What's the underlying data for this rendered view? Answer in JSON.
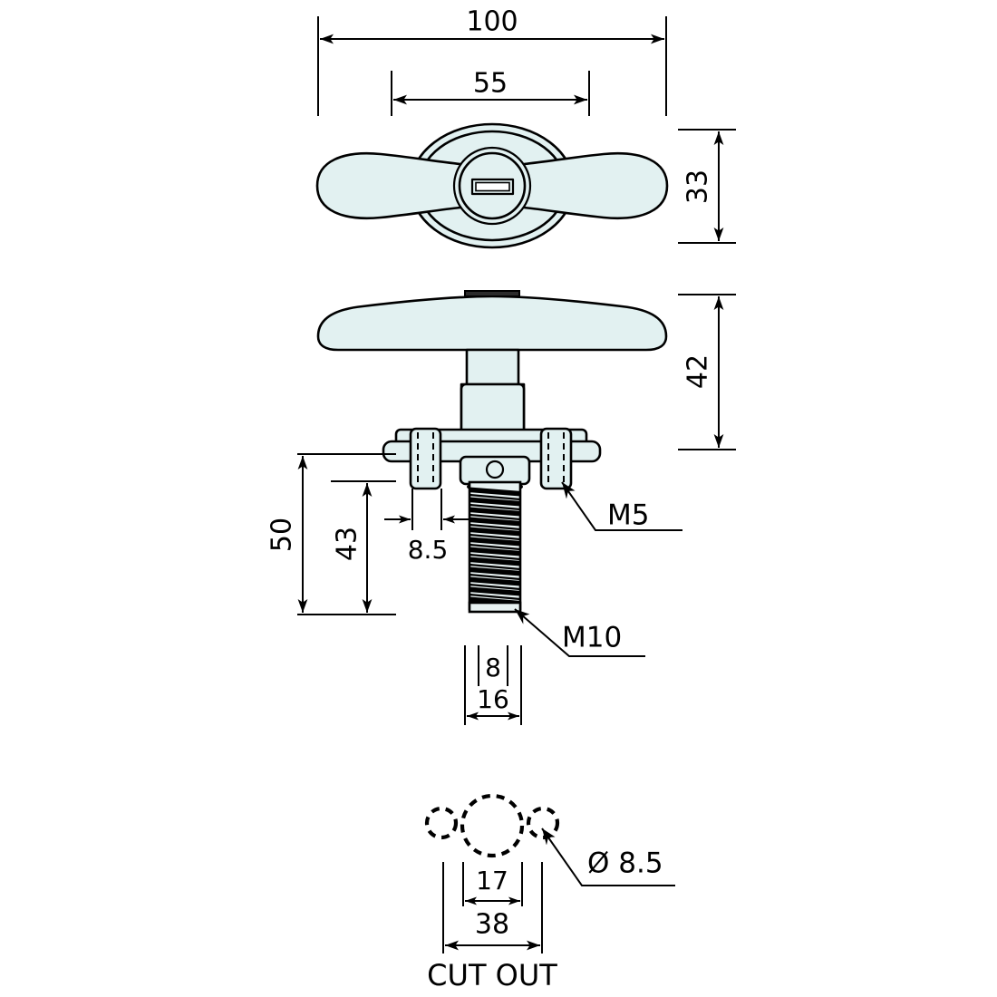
{
  "drawing": {
    "title": "T-Handle Lock Technical Drawing",
    "units": "mm",
    "line_color": "#000000",
    "part_fill_color": "#e2f1f1",
    "background_color": "#ffffff"
  },
  "views": {
    "top_view": {
      "name": "top-view",
      "description": "T-handle seen from above with circular escutcheon and key slot"
    },
    "side_view": {
      "name": "side-view",
      "description": "T-handle seen from the front with shaft, mounting plate, M5 studs and M10 threaded bolt"
    },
    "cutout_view": {
      "name": "cut-out-view",
      "description": "Panel cut out pattern showing central hole and two mounting holes"
    }
  },
  "dimensions": {
    "overall_width": "100",
    "handle_inner_width": "55",
    "top_view_height": "33",
    "side_view_height": "42",
    "shaft_length_total": "50",
    "shaft_length_inner": "43",
    "stud_offset": "8.5",
    "bolt_flat_width": "8",
    "bolt_base_width": "16",
    "cutout_inner_span": "17",
    "cutout_outer_span": "38",
    "cutout_hole_diameter": "Ø 8.5"
  },
  "labels": {
    "stud_thread": "M5",
    "bolt_thread": "M10",
    "cutout_caption": "CUT OUT"
  }
}
